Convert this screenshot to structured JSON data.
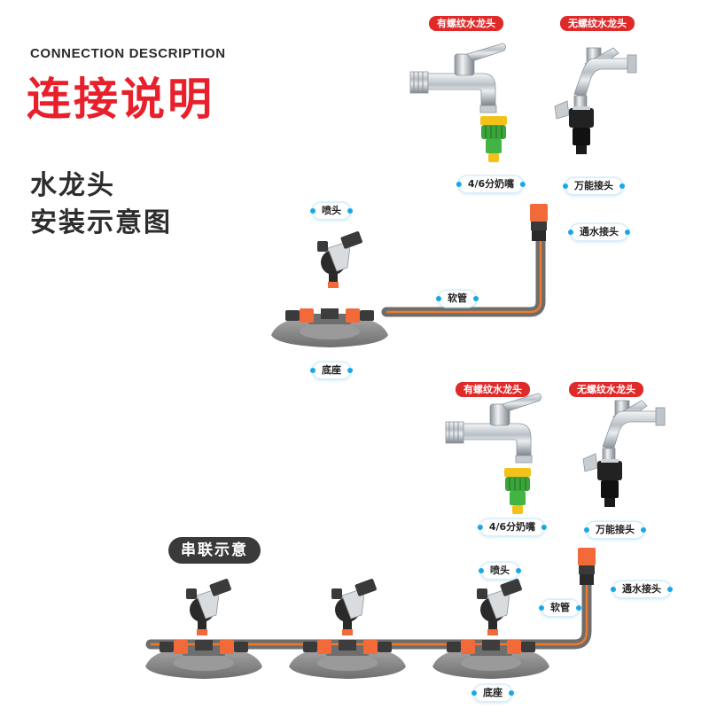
{
  "header": {
    "english_title": "CONNECTION DESCRIPTION",
    "title": "连接说明",
    "subtitle_line1": "水龙头",
    "subtitle_line2": "安装示意图"
  },
  "top_diagram": {
    "tap_threaded_label": "有螺纹水龙头",
    "tap_unthreaded_label": "无螺纹水龙头",
    "nozzle_adapter_label": "4/6分奶嘴",
    "universal_adapter_label": "万能接头",
    "sprinkler_head_label": "喷头",
    "connector_label": "通水接头",
    "hose_label": "软管",
    "base_label": "底座"
  },
  "series_diagram": {
    "title": "串联示意",
    "tap_threaded_label": "有螺纹水龙头",
    "tap_unthreaded_label": "无螺纹水龙头",
    "nozzle_adapter_label": "4/6分奶嘴",
    "universal_adapter_label": "万能接头",
    "sprinkler_head_label": "喷头",
    "connector_label": "通水接头",
    "hose_label": "软管",
    "base_label": "底座"
  },
  "colors": {
    "title_red": "#e8202c",
    "label_red": "#e02a2a",
    "label_blue_dot": "#1aa7e8",
    "hose_gray": "#6d6d6d",
    "hose_orange": "#f07a2a",
    "base_gray": "#8a8a8a",
    "adapter_green": "#3aa53a",
    "adapter_yellow": "#f2c21a",
    "connector_orange": "#f26a3a"
  }
}
